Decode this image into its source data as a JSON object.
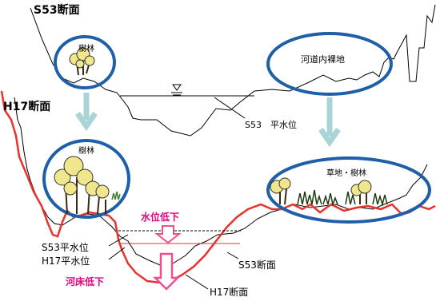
{
  "labels": {
    "s53_section": "S53断面",
    "h17_section": "H17断面",
    "trees_top": "樹林",
    "bare_ground": "河道内裸地",
    "s53_water_level": "S53　平水位",
    "trees_bottom": "樹林",
    "grass_trees": "草地・樹林",
    "water_level_drop": "水位低下",
    "s53_water_level_short": "S53平水位",
    "h17_water_level_short": "H17平水位",
    "riverbed_drop": "河床低下",
    "s53_section_lower": "S53断面",
    "h17_section_lower": "H17断面"
  },
  "colors": {
    "ellipse_stroke": "#1f5fa8",
    "arrow": "#a9d4d6",
    "h17_line": "#e8322e",
    "pink_text": "#e4007f",
    "pink_arrow": "#ec4f8e",
    "tree_fill": "#f0e68c"
  }
}
